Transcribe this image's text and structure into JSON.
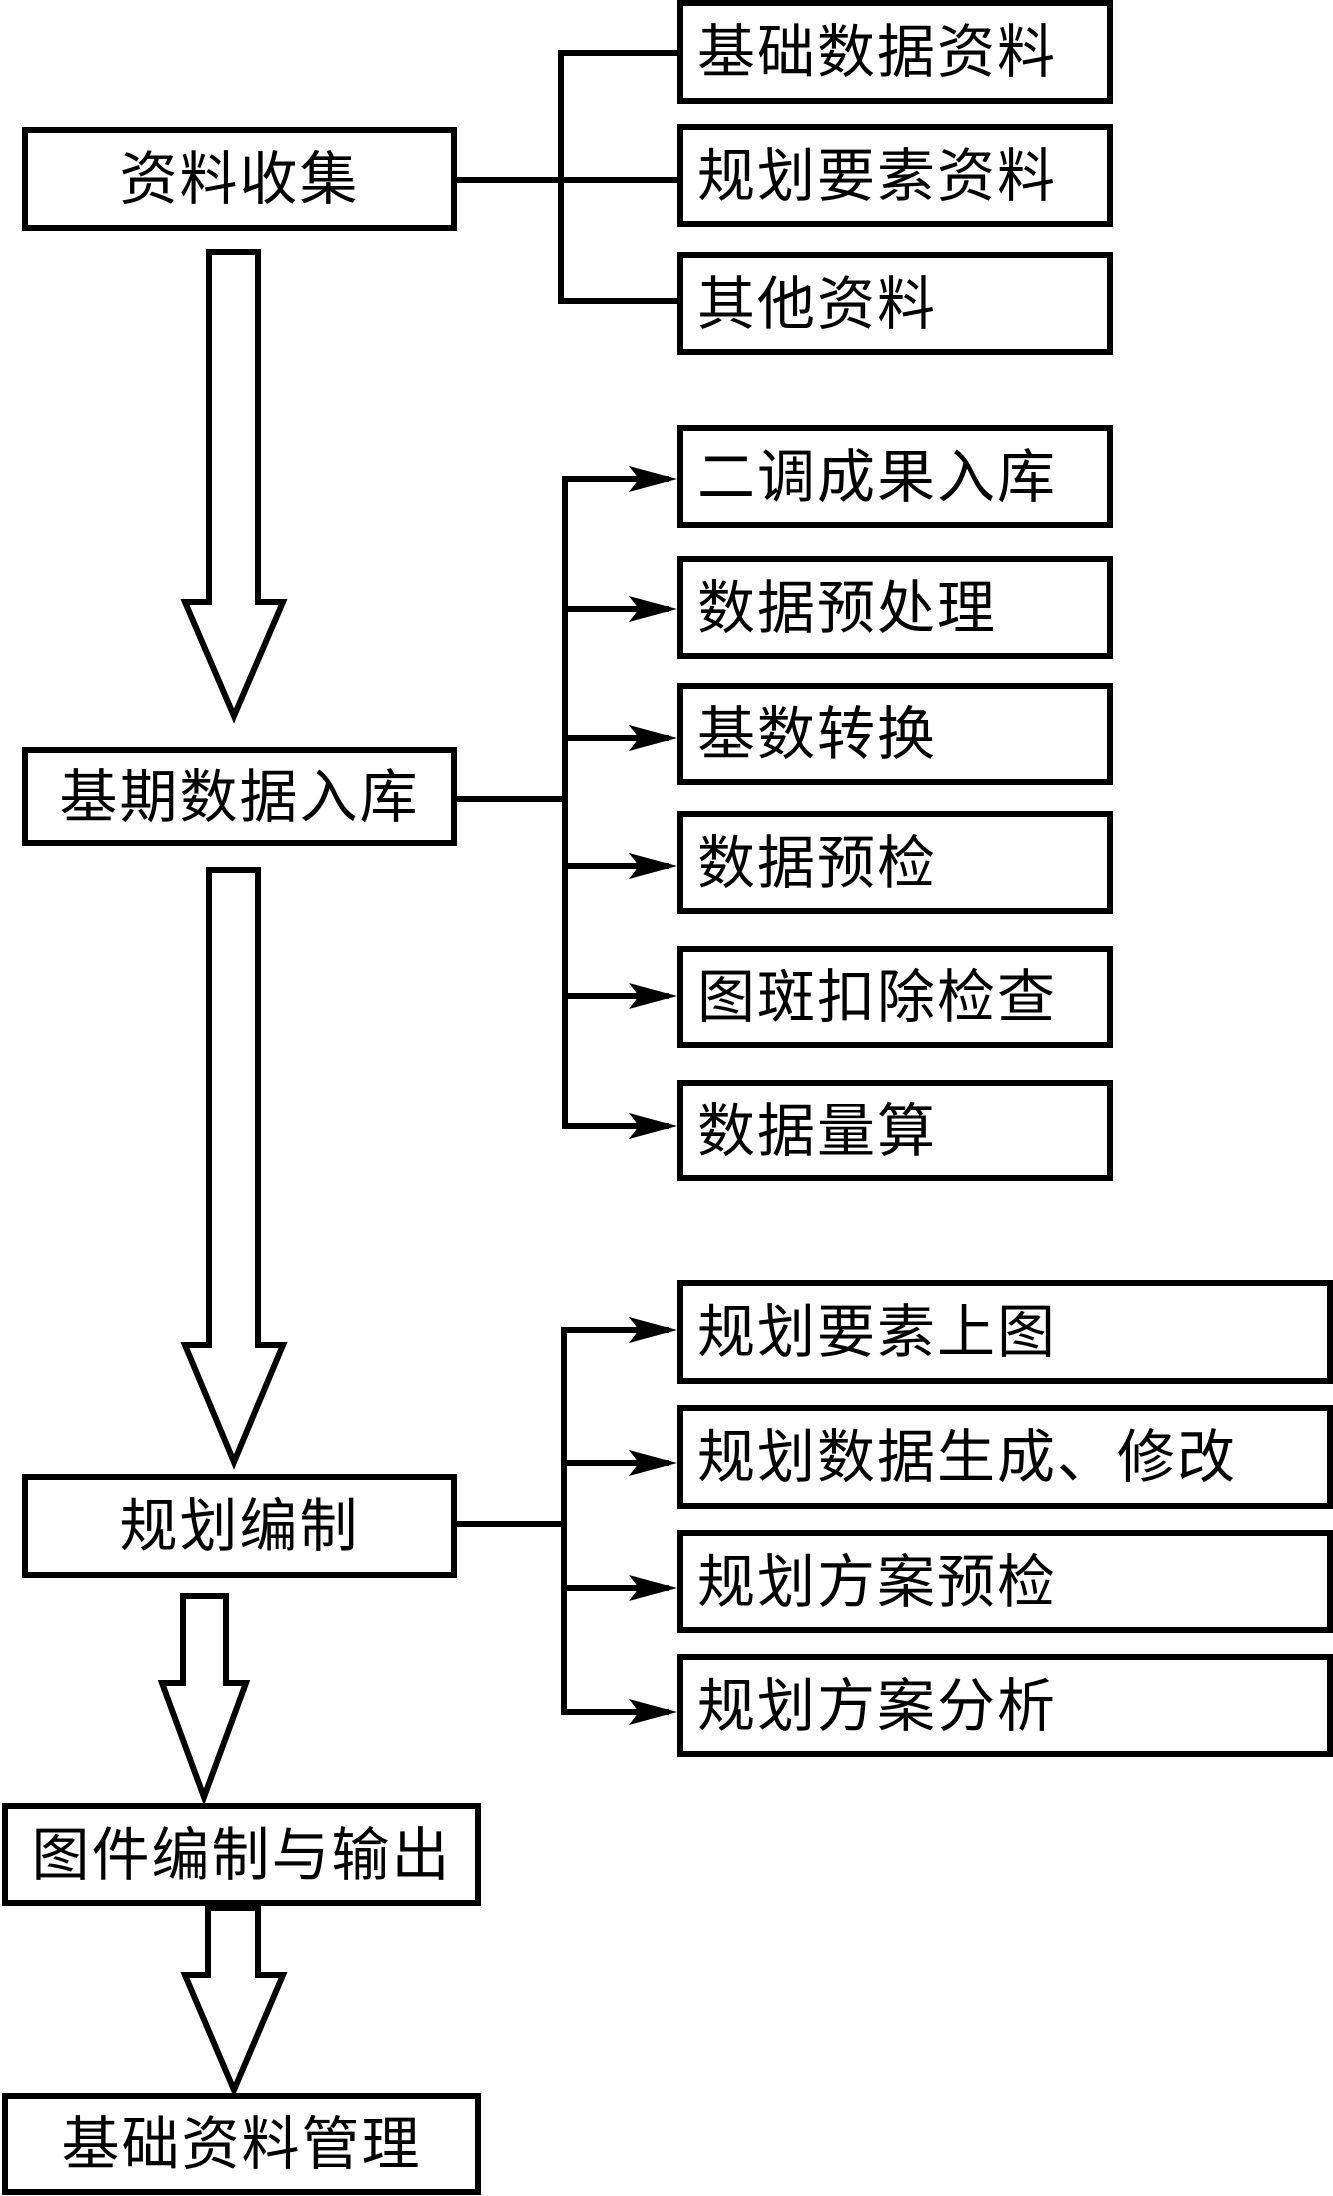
{
  "diagram": {
    "type": "flowchart",
    "main_steps": [
      {
        "id": "m1",
        "label": "资料收集"
      },
      {
        "id": "m2",
        "label": "基期数据入库"
      },
      {
        "id": "m3",
        "label": "规划编制"
      },
      {
        "id": "m4",
        "label": "图件编制与输出"
      },
      {
        "id": "m5",
        "label": "基础资料管理"
      }
    ],
    "branches": [
      {
        "parent": "m1",
        "arrowheads": false,
        "items": [
          {
            "label": "基础数据资料"
          },
          {
            "label": "规划要素资料"
          },
          {
            "label": "其他资料"
          }
        ]
      },
      {
        "parent": "m2",
        "arrowheads": true,
        "items": [
          {
            "label": "二调成果入库"
          },
          {
            "label": "数据预处理"
          },
          {
            "label": "基数转换"
          },
          {
            "label": "数据预检"
          },
          {
            "label": "图斑扣除检查"
          },
          {
            "label": "数据量算"
          }
        ]
      },
      {
        "parent": "m3",
        "arrowheads": true,
        "items": [
          {
            "label": "规划要素上图"
          },
          {
            "label": "规划数据生成、修改"
          },
          {
            "label": "规划方案预检"
          },
          {
            "label": "规划方案分析"
          }
        ]
      }
    ],
    "colors": {
      "stroke": "#000000",
      "fill": "#ffffff"
    }
  }
}
